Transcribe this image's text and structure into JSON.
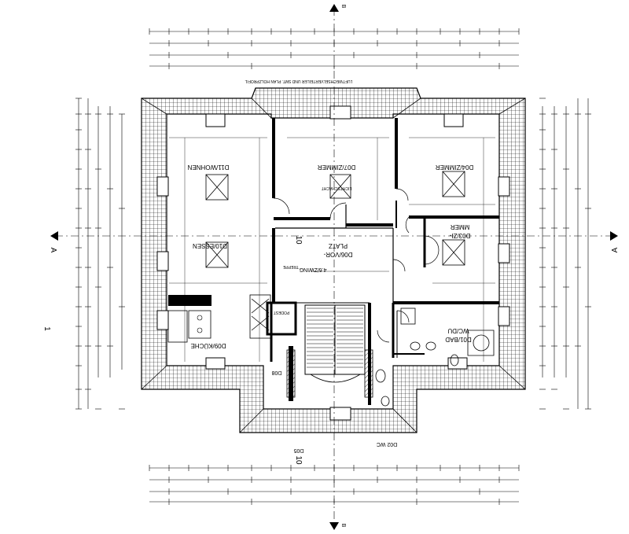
{
  "rooms": {
    "d11": "D11/WOHNEN",
    "d10": "D10/ESSEN",
    "d09": "D09/KÜCHE",
    "d07": "D07/ZIMMER",
    "d06a": "D06/VOR-",
    "d06b": "PLATZ",
    "d04": "D04/ZIMMER",
    "d03a": "D03/ZI-",
    "d03b": "MMER",
    "d01a": "D01/BAD",
    "d01b": "WC/DU",
    "zwing": "4.6/ZWING",
    "d08": "D08",
    "d05": "D05",
    "d02": "D02 WC"
  },
  "section_marks": {
    "a_left": "A",
    "a_right": "A",
    "b_top": "B",
    "b_bottom": "B",
    "one": "1",
    "ten_a": "10",
    "ten_b": "10"
  },
  "notes": {
    "lichtschacht": "LICHTSCHACHT",
    "top_note": "LUFTWECHSELVERTEILER UND SMT. PLAN HOLZPROFIL",
    "podest": "PODEST",
    "treppe": "TREPPE"
  }
}
